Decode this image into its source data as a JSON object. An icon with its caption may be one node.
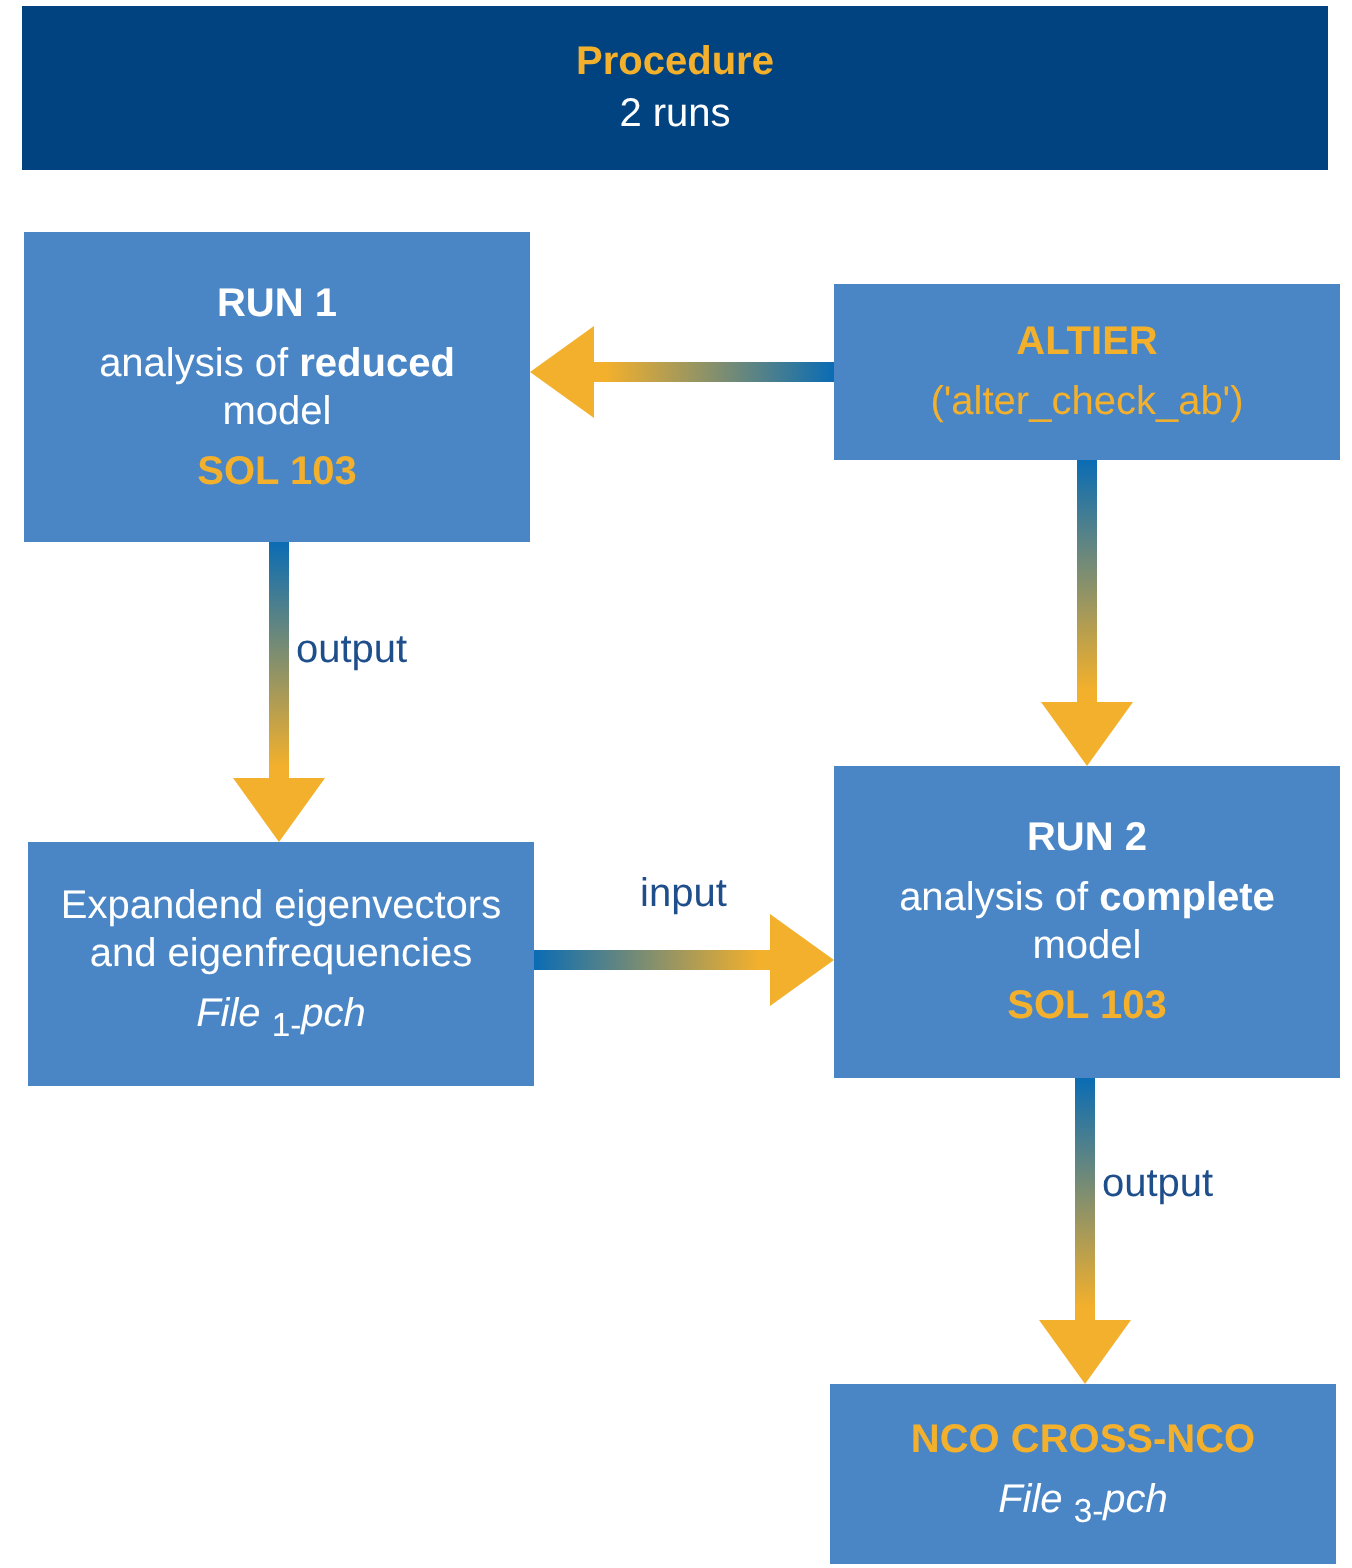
{
  "diagram": {
    "nodes": [
      {
        "text": [
          "Procedure",
          "2 runs"
        ]
      },
      {
        "text": [
          "RUN 1",
          "analysis of **reduced** model",
          "SOL 103"
        ]
      },
      {
        "text": [
          "ALTIER",
          "('alter_check_ab')"
        ]
      },
      {
        "text": [
          "Expandend eigenvectors and eigenfrequencies",
          "*File* $_{1-}$*pch*"
        ]
      },
      {
        "text": [
          "RUN 2",
          "analysis of **complete** model",
          "SOL 103"
        ]
      },
      {
        "text": [
          "NCO CROSS-NCO",
          "*File* $_{3-}$*pch*"
        ]
      }
    ],
    "edges": [
      {
        "from": 2,
        "to": 1,
        "arrow": "to"
      },
      {
        "from": 1,
        "to": 3,
        "arrow": "to",
        "label": "output"
      },
      {
        "from": 3,
        "to": 4,
        "arrow": "to",
        "label": "input"
      },
      {
        "from": 2,
        "to": 4,
        "arrow": "to"
      },
      {
        "from": 4,
        "to": 5,
        "arrow": "to",
        "label": "output"
      }
    ]
  }
}
